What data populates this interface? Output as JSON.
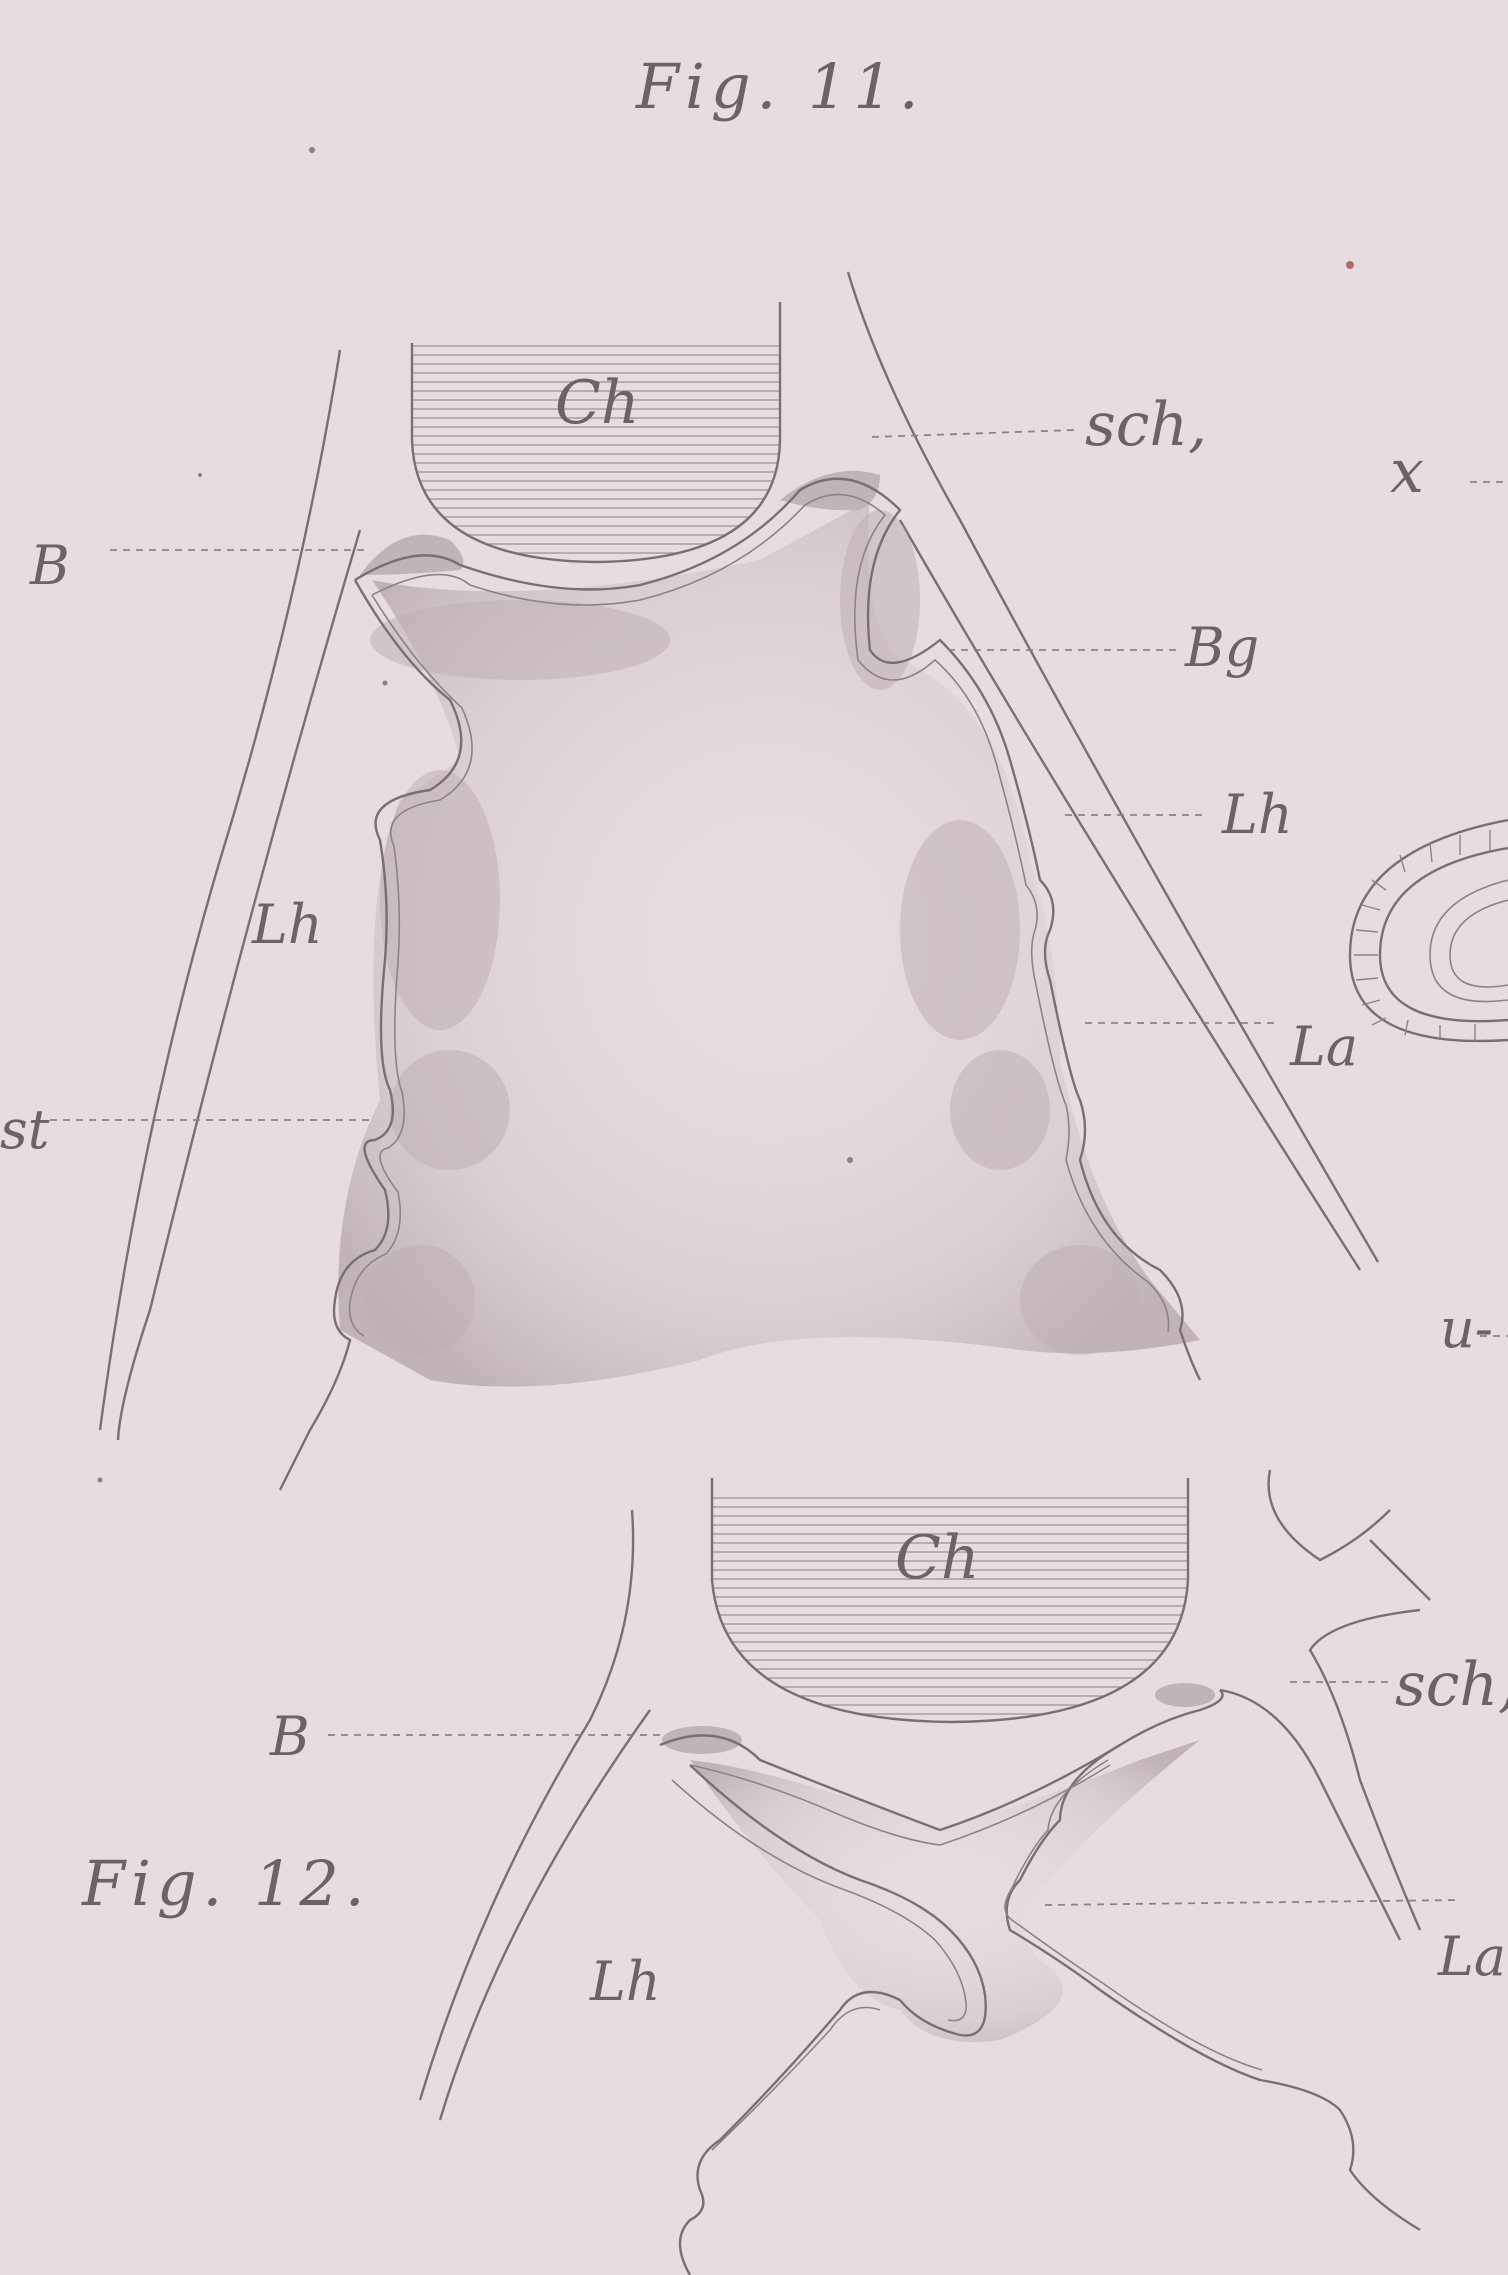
{
  "fig11": {
    "title": "Fig. 11.",
    "labels": {
      "ch": "Ch",
      "sch": "sch,",
      "x": "x",
      "b": "B",
      "bg": "Bg",
      "lh_right": "Lh",
      "lh_left": "Lh",
      "la": "La",
      "st": "st",
      "u": "u-"
    }
  },
  "fig12": {
    "title": "Fig. 12.",
    "labels": {
      "ch": "Ch",
      "b": "B",
      "sch": "sch,",
      "lh": "Lh",
      "la": "La"
    }
  },
  "colors": {
    "paper": "#e7dde0",
    "ink": "#6a6468"
  }
}
